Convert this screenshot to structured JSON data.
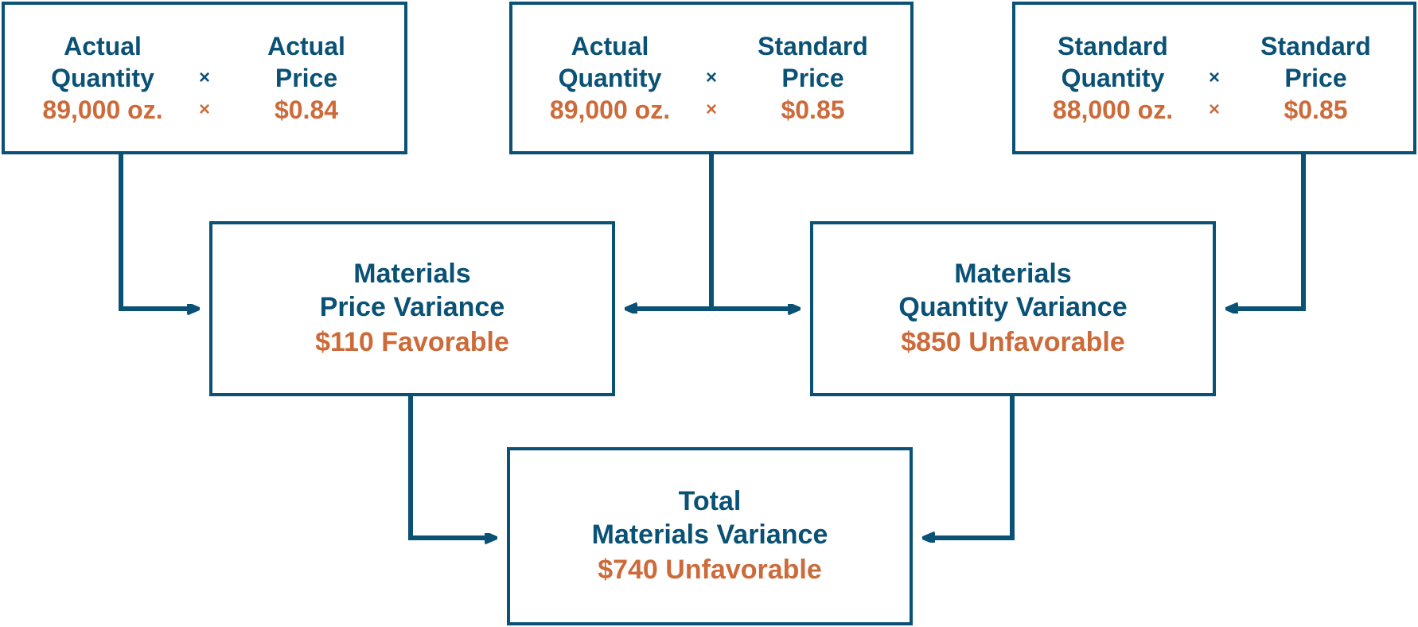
{
  "theme": {
    "label_color": "#0a5176",
    "value_color": "#cd6a39",
    "border_color": "#0a5176",
    "background": "#ffffff"
  },
  "diagram": {
    "type": "variance-analysis-flow",
    "title_visible": false
  },
  "boxes": {
    "actual_qty_actual_price": {
      "left_label_line1": "Actual",
      "left_label_line2": "Quantity",
      "right_label_line1": "Actual",
      "right_label_line2": "Price",
      "operator_top": "×",
      "operator_bottom": "×",
      "left_value": "89,000 oz.",
      "right_value": "$0.84"
    },
    "actual_qty_standard_price": {
      "left_label_line1": "Actual",
      "left_label_line2": "Quantity",
      "right_label_line1": "Standard",
      "right_label_line2": "Price",
      "operator_top": "×",
      "operator_bottom": "×",
      "left_value": "89,000 oz.",
      "right_value": "$0.85"
    },
    "standard_qty_standard_price": {
      "left_label_line1": "Standard",
      "left_label_line2": "Quantity",
      "right_label_line1": "Standard",
      "right_label_line2": "Price",
      "operator_top": "×",
      "operator_bottom": "×",
      "left_value": "88,000 oz.",
      "right_value": "$0.85"
    },
    "materials_price_variance": {
      "line1": "Materials",
      "line2": "Price Variance",
      "amount": "$110 Favorable"
    },
    "materials_quantity_variance": {
      "line1": "Materials",
      "line2": "Quantity Variance",
      "amount": "$850 Unfavorable"
    },
    "total_materials_variance": {
      "line1": "Total",
      "line2": "Materials Variance",
      "amount": "$740 Unfavorable"
    }
  },
  "connectors": [
    {
      "name": "aq-ap-to-price-variance",
      "from": "actual_qty_actual_price",
      "to": "materials_price_variance",
      "arrow": "right"
    },
    {
      "name": "aq-sp-to-price-variance",
      "from": "actual_qty_standard_price",
      "to": "materials_price_variance",
      "arrow": "left"
    },
    {
      "name": "aq-sp-to-quantity-variance",
      "from": "actual_qty_standard_price",
      "to": "materials_quantity_variance",
      "arrow": "right"
    },
    {
      "name": "sq-sp-to-quantity-variance",
      "from": "standard_qty_standard_price",
      "to": "materials_quantity_variance",
      "arrow": "left"
    },
    {
      "name": "price-variance-to-total",
      "from": "materials_price_variance",
      "to": "total_materials_variance",
      "arrow": "right"
    },
    {
      "name": "quantity-variance-to-total",
      "from": "materials_quantity_variance",
      "to": "total_materials_variance",
      "arrow": "left"
    }
  ]
}
